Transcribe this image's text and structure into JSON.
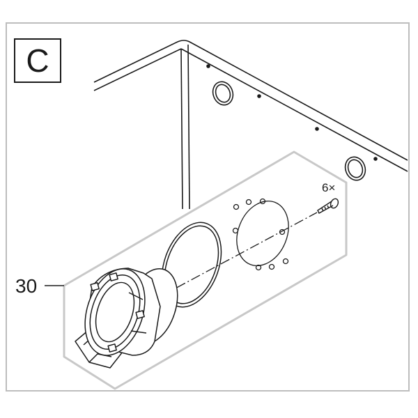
{
  "step_label": "C",
  "part_number": "30",
  "screw_quantity": "6×",
  "colors": {
    "frame": "#bdbdbd",
    "line": "#1a1a1a",
    "panel_fill": "#ffffff",
    "highlight_border": "#c8c8c8"
  },
  "icons": [
    "housing-outline",
    "o-ring-seal",
    "mounting-gasket",
    "screw"
  ]
}
